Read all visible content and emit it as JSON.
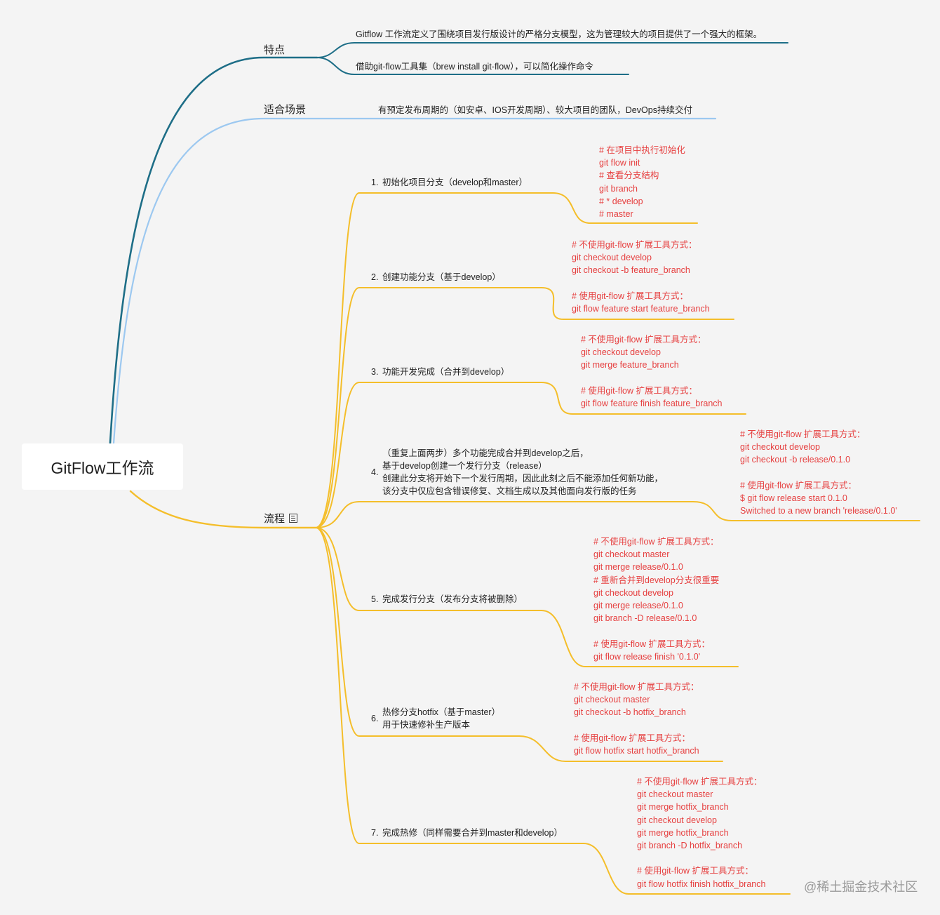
{
  "root": {
    "label": "GitFlow工作流"
  },
  "colors": {
    "features_branch": "#1e6e87",
    "scenario_branch": "#9cc8f0",
    "process_branch": "#f4be2a",
    "code_text": "#e64040",
    "background": "#f4f4f4"
  },
  "features": {
    "label": "特点",
    "items": [
      "Gitflow 工作流定义了围绕项目发行版设计的严格分支模型，这为管理较大的项目提供了一个强大的框架。",
      "借助git-flow工具集（brew install git-flow），可以简化操作命令"
    ]
  },
  "scenario": {
    "label": "适合场景",
    "text": "有预定发布周期的（如安卓、IOS开发周期）、较大项目的团队，DevOps持续交付"
  },
  "process": {
    "label": "流程",
    "icon": "note-icon",
    "steps": [
      {
        "num": "1.",
        "lines": [
          "初始化项目分支（develop和master）"
        ],
        "code": [
          "# 在项目中执行初始化",
          "git flow init",
          "# 查看分支结构",
          "git branch",
          "# * develop",
          "#  master"
        ]
      },
      {
        "num": "2.",
        "lines": [
          "创建功能分支（基于develop）"
        ],
        "code": [
          "# 不使用git-flow 扩展工具方式：",
          "git checkout develop",
          "git checkout -b feature_branch",
          "",
          "# 使用git-flow 扩展工具方式：",
          "git flow feature start feature_branch"
        ]
      },
      {
        "num": "3.",
        "lines": [
          "功能开发完成（合并到develop）"
        ],
        "code": [
          "# 不使用git-flow 扩展工具方式：",
          "git checkout develop",
          "git merge feature_branch",
          "",
          "# 使用git-flow 扩展工具方式：",
          "git flow feature finish feature_branch"
        ]
      },
      {
        "num": "4.",
        "lines": [
          "（重复上面两步）多个功能完成合并到develop之后，",
          "基于develop创建一个发行分支（release）",
          "创建此分支将开始下一个发行周期，因此此刻之后不能添加任何新功能，",
          "该分支中仅应包含错误修复、文档生成以及其他面向发行版的任务"
        ],
        "code": [
          "# 不使用git-flow 扩展工具方式：",
          "git checkout develop",
          "git checkout -b release/0.1.0",
          "",
          "# 使用git-flow 扩展工具方式：",
          "$ git flow release start 0.1.0",
          "Switched to a new branch 'release/0.1.0'"
        ]
      },
      {
        "num": "5.",
        "lines": [
          "完成发行分支（发布分支将被删除）"
        ],
        "code": [
          "# 不使用git-flow 扩展工具方式：",
          "git checkout master",
          "git merge release/0.1.0",
          "# 重新合并到develop分支很重要",
          "git checkout develop",
          "git merge release/0.1.0",
          "git branch -D release/0.1.0",
          "",
          "# 使用git-flow 扩展工具方式：",
          "git flow release finish '0.1.0'"
        ]
      },
      {
        "num": "6.",
        "lines": [
          "热修分支hotfix（基于master）",
          "用于快速修补生产版本"
        ],
        "code": [
          "# 不使用git-flow 扩展工具方式：",
          "git checkout master",
          "git checkout -b hotfix_branch",
          "",
          "# 使用git-flow 扩展工具方式：",
          "git flow hotfix start hotfix_branch"
        ]
      },
      {
        "num": "7.",
        "lines": [
          "完成热修（同样需要合并到master和develop）"
        ],
        "code": [
          "# 不使用git-flow 扩展工具方式：",
          "git checkout master",
          "git merge hotfix_branch",
          "git checkout develop",
          "git merge hotfix_branch",
          "git branch -D hotfix_branch",
          "",
          "# 使用git-flow 扩展工具方式：",
          "git flow hotfix finish hotfix_branch"
        ]
      }
    ]
  },
  "watermark": "@稀土掘金技术社区"
}
